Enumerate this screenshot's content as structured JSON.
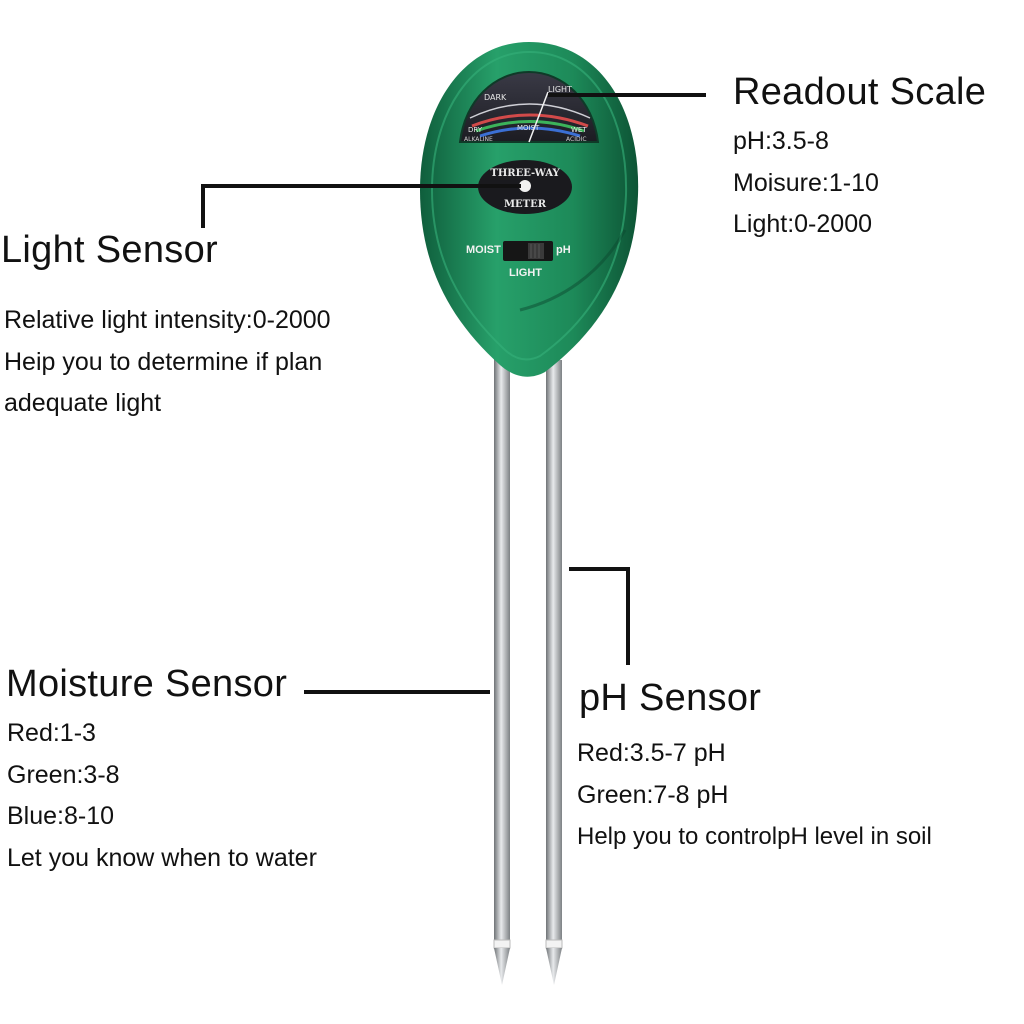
{
  "device": {
    "brand_top": "THREE-WAY",
    "brand_bottom": "METER",
    "scale_labels": {
      "dark": "DARK",
      "light": "LIGHT",
      "dry": "DRY",
      "moist": "MOIST",
      "wet": "WET",
      "alkaline": "ALKALINE",
      "acidic": "ACIDIC"
    },
    "switch_labels": {
      "left": "MOIST",
      "right": "pH",
      "bottom": "LIGHT"
    },
    "colors": {
      "body": "#1f8a5a",
      "body_dark": "#0f5e3c",
      "dial": "#2a2a33",
      "probe": "#b9bcbf"
    }
  },
  "callouts": {
    "readout": {
      "title": "Readout Scale",
      "lines": [
        "pH:3.5-8",
        "Moisure:1-10",
        "Light:0-2000"
      ]
    },
    "light": {
      "title": "Light Sensor",
      "lines": [
        "Relative light intensity:0-2000",
        "Heip you to determine if plan",
        "adequate light"
      ]
    },
    "moisture": {
      "title": "Moisture Sensor",
      "lines": [
        "Red:1-3",
        "Green:3-8",
        "Blue:8-10",
        "Let you know when to water"
      ]
    },
    "ph": {
      "title": "pH Sensor",
      "lines": [
        "Red:3.5-7 pH",
        "Green:7-8 pH",
        "Help you to controlpH level in soil"
      ]
    }
  }
}
